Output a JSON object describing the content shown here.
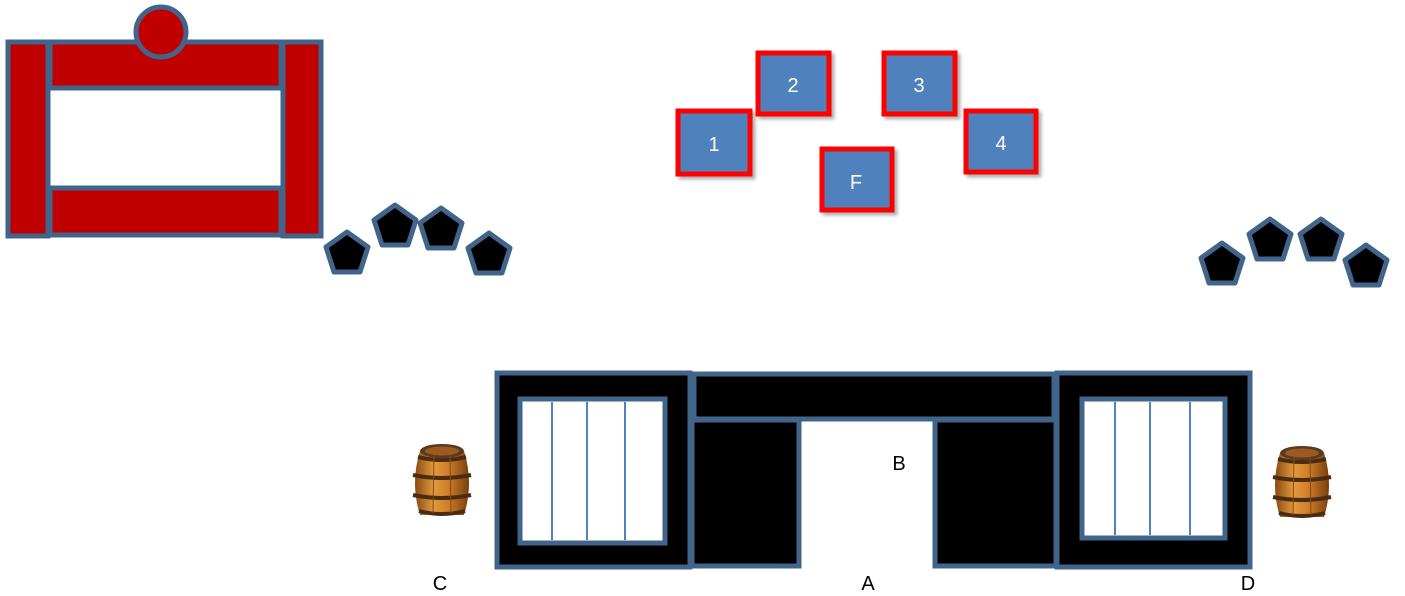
{
  "colors": {
    "frame_fill": "#c00000",
    "frame_stroke": "#41648a",
    "marker_fill": "#4f81bd",
    "marker_border": "#ff0000",
    "block_fill": "#000000",
    "block_stroke": "#41648a",
    "slat_line": "#4f81bd",
    "barrel_wood": "#c8761e",
    "barrel_band": "#5a3a1e",
    "position_label": "#000000"
  },
  "markers": [
    {
      "id": "marker-1",
      "label": "1"
    },
    {
      "id": "marker-2",
      "label": "2"
    },
    {
      "id": "marker-3",
      "label": "3"
    },
    {
      "id": "marker-4",
      "label": "4"
    },
    {
      "id": "marker-f",
      "label": "F"
    }
  ],
  "position_labels": {
    "a": "A",
    "b": "B",
    "c": "C",
    "d": "D"
  },
  "icons": {
    "barrel": "barrel-icon",
    "pentagon": "pentagon-icon"
  }
}
